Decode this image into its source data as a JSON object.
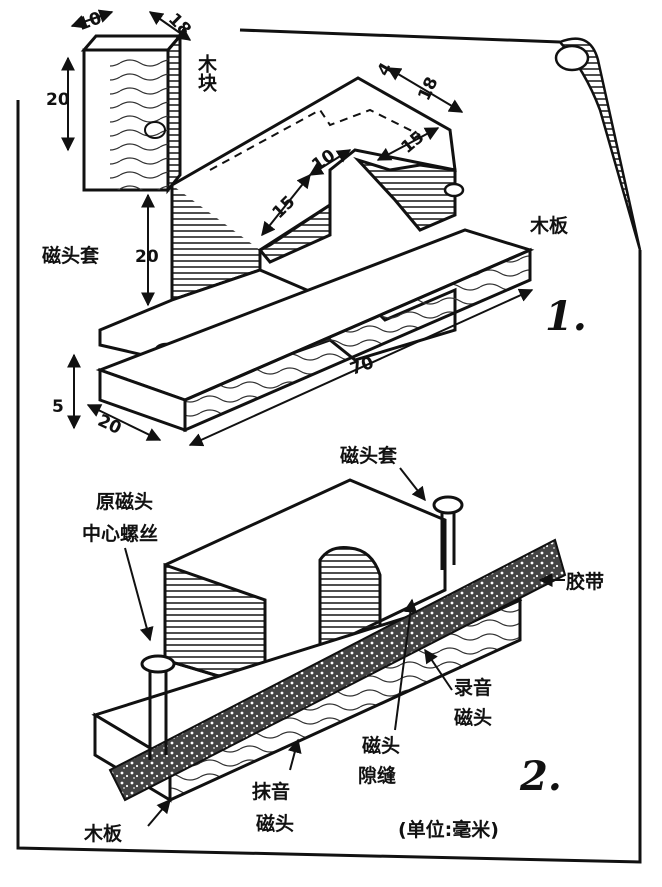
{
  "labels": {
    "wood_block": "木块",
    "head_cover_top": "磁头套",
    "wood_board_top": "木板",
    "head_cover_side": "磁头套",
    "orig_screw_line1": "原磁头",
    "orig_screw_line2": "中心螺丝",
    "tape": "胶带",
    "record_head_line1": "录音",
    "record_head_line2": "磁头",
    "head_gap_line1": "磁头",
    "head_gap_line2": "隙缝",
    "erase_head_line1": "抹音",
    "erase_head_line2": "磁头",
    "wood_board_bottom": "木板"
  },
  "dimensions": {
    "block_width": "10",
    "block_depth": "18",
    "block_height": "20",
    "cover_height": "20",
    "cover_top_notch": "10",
    "cover_depth": "18",
    "cover_slot_left": "15",
    "cover_slot_right": "15",
    "small_top": "4",
    "board_length": "70",
    "board_width": "20",
    "board_thickness": "5"
  },
  "figure_numbers": {
    "fig1": "1.",
    "fig2": "2."
  },
  "unit_note": "(单位:毫米)"
}
